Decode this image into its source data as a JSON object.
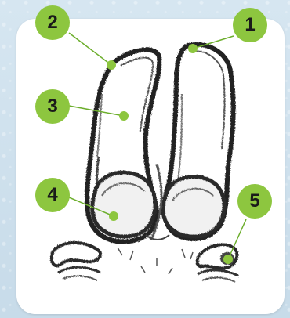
{
  "markers": [
    {
      "id": "1",
      "label": "1"
    },
    {
      "id": "2",
      "label": "2"
    },
    {
      "id": "3",
      "label": "3"
    },
    {
      "id": "4",
      "label": "4"
    },
    {
      "id": "5",
      "label": "5"
    }
  ],
  "colors": {
    "marker_fill": "#8dc63f",
    "marker_text": "#1a1a1a",
    "background": "#cfe0ec",
    "card": "#ffffff",
    "ink": "#222222"
  }
}
